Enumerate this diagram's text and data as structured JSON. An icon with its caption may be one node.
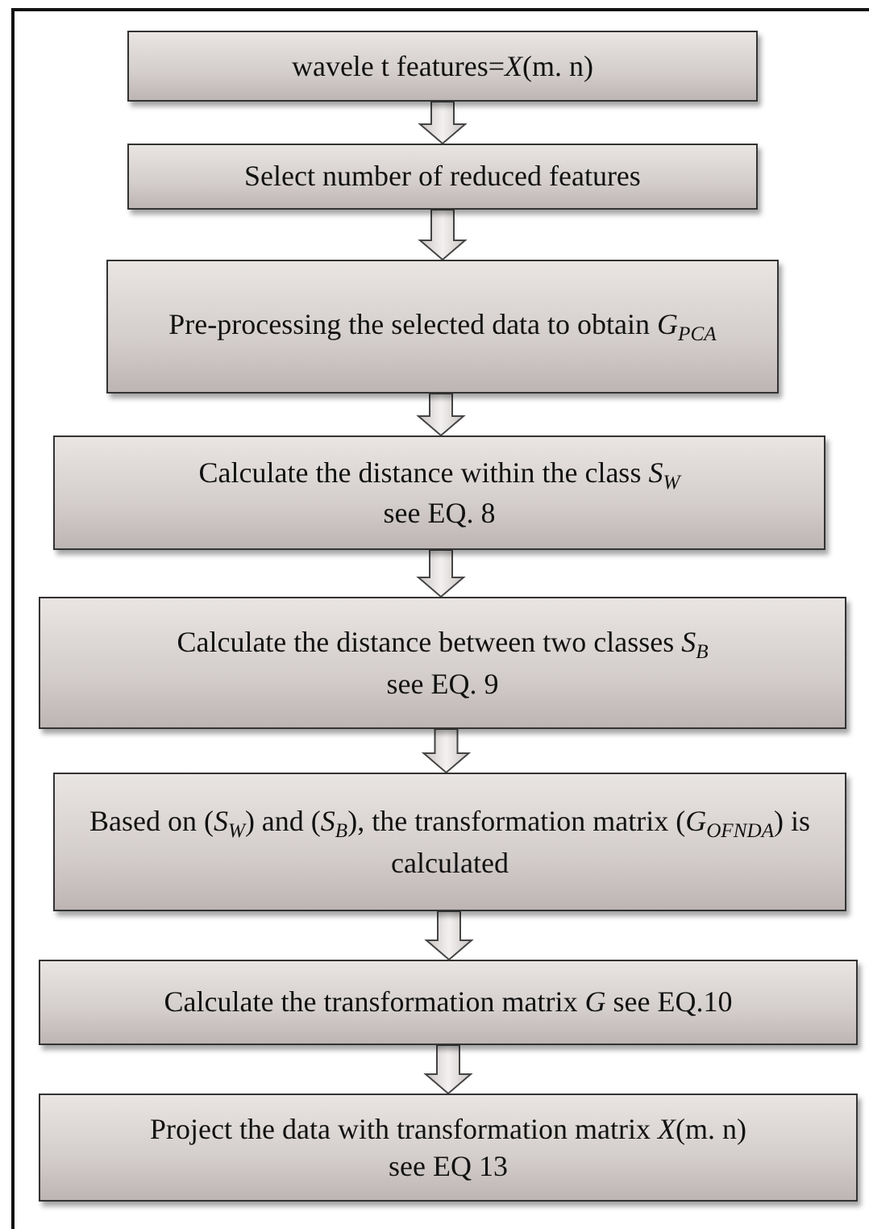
{
  "diagram": {
    "nodes": [
      {
        "text": [
          "wavele t features=*X*(m. n)"
        ]
      },
      {
        "text": [
          "Select number of reduced features"
        ]
      },
      {
        "text": [
          "Pre-processing the selected data to obtain *G*$_{PCA}$"
        ]
      },
      {
        "text": [
          "Calculate the distance within the class *S*$_{W}$",
          "see EQ. 8"
        ]
      },
      {
        "text": [
          "Calculate the distance between two classes *S*$_{B}$",
          "see EQ. 9"
        ]
      },
      {
        "text": [
          "Based on (*S*$_{W}$) and (*S*$_{B}$), the transformation matrix (*G*$_{OFNDA}$) is calculated"
        ]
      },
      {
        "text": [
          "Calculate the transformation matrix *G* see EQ.10"
        ]
      },
      {
        "text": [
          "Project the data with transformation matrix *X*(m. n)",
          "see EQ 13"
        ]
      }
    ],
    "edges": [
      {
        "from": 0,
        "to": 1,
        "arrow": "to"
      },
      {
        "from": 1,
        "to": 2,
        "arrow": "to"
      },
      {
        "from": 2,
        "to": 3,
        "arrow": "to"
      },
      {
        "from": 3,
        "to": 4,
        "arrow": "to"
      },
      {
        "from": 4,
        "to": 5,
        "arrow": "to"
      },
      {
        "from": 5,
        "to": 6,
        "arrow": "to"
      },
      {
        "from": 6,
        "to": 7,
        "arrow": "to"
      }
    ]
  }
}
